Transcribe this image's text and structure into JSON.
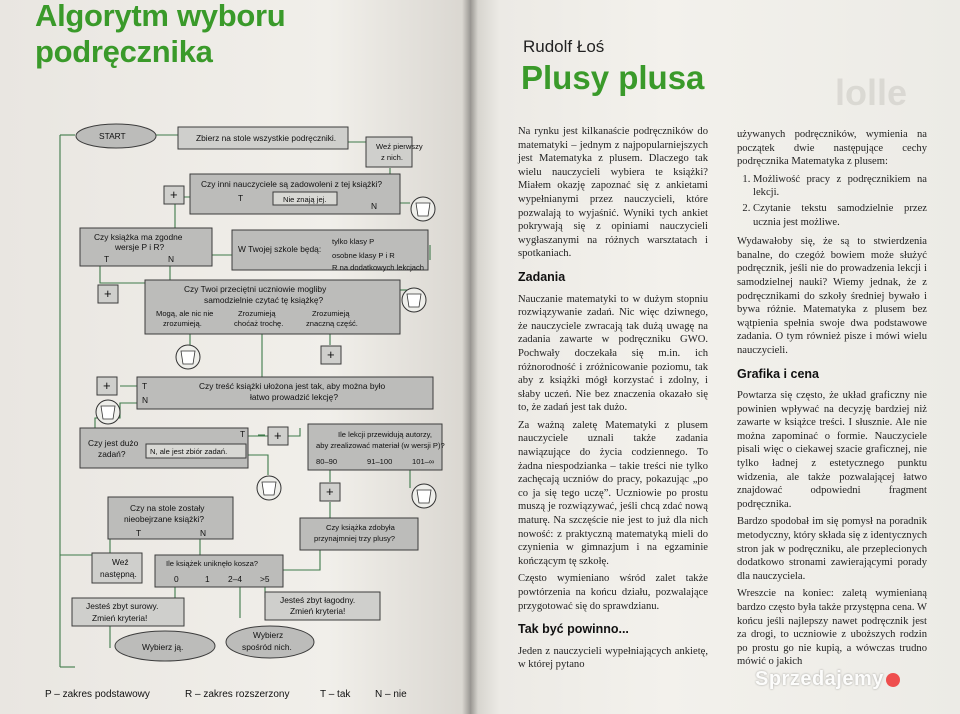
{
  "left_page": {
    "title_lines": [
      "Algorytm wyboru",
      "podręcznika"
    ],
    "flowchart": {
      "start": "START",
      "collect": "Zbierz na stole wszystkie podręczniki.",
      "choose_first": [
        "Weź pierwszy",
        "z nich."
      ],
      "q_teachers": "Czy inni nauczyciele są zadowoleni z tej książki?",
      "t": "T",
      "n": "N",
      "dont_know": "Nie znają jej.",
      "q_match": [
        "Czy książka ma zgodne",
        "wersje P i R?"
      ],
      "school_will_be": "W Twojej szkole będą:",
      "only_p": "tylko klasy P",
      "separate_pr": "osobne klasy P i R",
      "r_extra": "R na dodatkowych lekcjach",
      "q_students": [
        "Czy Twoi przeciętni uczniowie mogliby",
        "samodzielnie czytać tę książkę?"
      ],
      "opt_maybe": [
        "Mogą, ale nic nie",
        "zrozumieją."
      ],
      "opt_partly": [
        "Zrozumieją",
        "choćaż trochę."
      ],
      "opt_much": [
        "Zrozumieją",
        "znaczną część."
      ],
      "q_content": [
        "Czy treść książki ułożona jest tak, aby można było",
        "łatwo prowadzić lekcję?"
      ],
      "q_many": [
        "Czy jest dużo",
        "zadań?"
      ],
      "not_much": "N, ale jest zbiór zadań.",
      "q_lessons": [
        "Ile lekcji przewidują autorzy,",
        "aby zrealizować materiał (w wersji P)?"
      ],
      "range1": "80–90",
      "range2": "91–100",
      "range3": "101–∞",
      "q_left": [
        "Czy na stole zostały",
        "nieobejrzane książki?"
      ],
      "q_three": [
        "Czy książka zdobyła",
        "przynajmniej trzy plusy?"
      ],
      "take_next": [
        "Weź",
        "następną."
      ],
      "q_dodge": "Ile książek uniknęło kosza?",
      "c0": "0",
      "c1": "1",
      "c24": "2–4",
      "c5": ">5",
      "too_strict": [
        "Jesteś zbyt surowy.",
        "Zmień kryteria!"
      ],
      "too_lenient": [
        "Jesteś zbyt łagodny.",
        "Zmień kryteria!"
      ],
      "pick_it": "Wybierz ją.",
      "pick_among": [
        "Wybierz",
        "spośród nich."
      ]
    },
    "legend": {
      "p": "P – zakres podstawowy",
      "r": "R – zakres rozszerzony",
      "t": "T – tak",
      "n": "N – nie"
    }
  },
  "right_page": {
    "author": "Rudolf Łoś",
    "title": "Plusy plusa",
    "ghost_title": "lolle",
    "col1": {
      "p1": "Na rynku jest kilkanaście podręczników do matematyki – jednym z najpopularniejszych jest Matematyka z plusem. Dlaczego tak wielu nauczycieli wybiera te książki? Miałem okazję zapoznać się z ankietami wypełnianymi przez nauczycieli, które pozwalają to wyjaśnić. Wyniki tych ankiet pokrywają się z opiniami nauczycieli wygłaszanymi na różnych warsztatach i spotkaniach.",
      "h_tasks": "Zadania",
      "p2": "Nauczanie matematyki to w dużym stopniu rozwiązywanie zadań. Nic więc dziwnego, że nauczyciele zwracają tak dużą uwagę na zadania zawarte w podręczniku GWO. Pochwały doczekała się m.in. ich różnorodność i zróżnicowanie poziomu, tak aby z książki mógł korzystać i zdolny, i słaby uczeń. Nie bez znaczenia okazało się to, że zadań jest tak dużo.",
      "p3": "Za ważną zaletę Matematyki z plusem nauczyciele uznali także zadania nawiązujące do życia codziennego. To żadna niespodzianka – takie treści nie tylko zachęcają uczniów do pracy, pokazując „po co ja się tego uczę”. Uczniowie po prostu muszą je rozwiązywać, jeśli chcą zdać nową maturę. Na szczęście nie jest to już dla nich nowość: z praktyczną matematyką mieli do czynienia w gimnazjum i na egzaminie kończącym tę szkołę.",
      "p4": "Często wymieniano wśród zalet także powtórzenia na końcu działu, pozwalające przygotować się do sprawdzianu.",
      "h_should": "Tak być powinno...",
      "p5": "Jeden z nauczycieli wypełniających ankietę, w której pytano"
    },
    "col2": {
      "p1": "używanych podręczników, wymienia na początek dwie następujące cechy podręcznika Matematyka z plusem:",
      "li1": "Możliwość pracy z podręcznikiem na lekcji.",
      "li2": "Czytanie tekstu samodzielnie przez ucznia jest możliwe.",
      "p2": "Wydawałoby się, że są to stwierdzenia banalne, do czegóż bowiem może służyć podręcznik, jeśli nie do prowadzenia lekcji i samodzielnej nauki? Wiemy jednak, że z podręcznikami do szkoły średniej bywało i bywa różnie. Matematyka z plusem bez wątpienia spełnia swoje dwa podstawowe zadania. O tym również pisze i mówi wielu nauczycieli.",
      "h_graphics": "Grafika i cena",
      "p3": "Powtarza się często, że układ graficzny nie powinien wpływać na decyzję bardziej niż zawarte w książce treści. I słusznie. Ale nie można zapominać o formie. Nauczyciele pisali więc o ciekawej szacie graficznej, nie tylko ładnej z estetycznego punktu widzenia, ale także pozwalającej łatwo znajdować odpowiedni fragment podręcznika.",
      "p4": "Bardzo spodobał im się pomysł na poradnik metodyczny, który składa się z identycznych stron jak w podręczniku, ale przeplecionych dodatkowo stronami zawierającymi porady dla nauczyciela.",
      "p5": "Wreszcie na koniec: zaletą wymienianą bardzo często była także przystępna cena. W końcu jeśli najlepszy nawet podręcznik jest za drogi, to uczniowie z uboższych rodzin po prostu go nie kupią, a wówczas trudno mówić o jakich"
    },
    "watermark": "Sprzedajemy"
  }
}
